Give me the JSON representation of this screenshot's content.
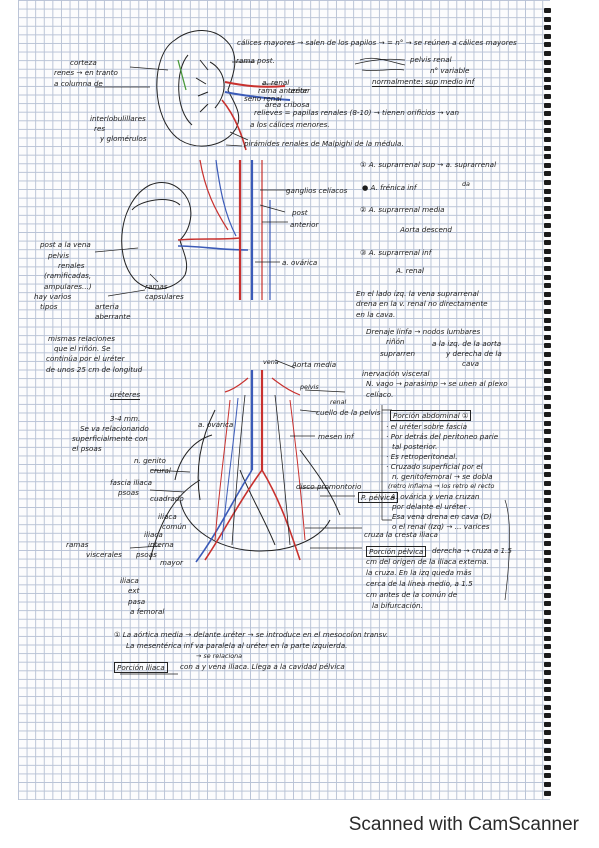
{
  "notes": [
    {
      "id": "caliceal-line",
      "text": "cálices mayores → salen de los papilos → = n° → se reúnen a cálices mayores"
    },
    {
      "id": "pelvis-renal",
      "text": "pelvis renal"
    },
    {
      "id": "n-variable",
      "text": "n° variable"
    },
    {
      "id": "normalmente",
      "text": "normalmente: sup medio inf"
    },
    {
      "id": "corteza",
      "text": "corteza"
    },
    {
      "id": "renes",
      "text": "renes → en tranto"
    },
    {
      "id": "columna",
      "text": "a columna de"
    },
    {
      "id": "rama-post",
      "text": "rama post."
    },
    {
      "id": "a-renal",
      "text": "a. renal"
    },
    {
      "id": "rama-anterior",
      "text": "rama anterior"
    },
    {
      "id": "seno-renal",
      "text": "seno renal"
    },
    {
      "id": "ureter-label",
      "text": "uréter"
    },
    {
      "id": "tubos-cribosa",
      "text": "área cribosa"
    },
    {
      "id": "papilas",
      "text": "relieves = papilas renales (8-10) → tienen orificios → van"
    },
    {
      "id": "calices-menores",
      "text": "a los cálices menores."
    },
    {
      "id": "interlobulillares",
      "text": "interlobulillares"
    },
    {
      "id": "res",
      "text": "res"
    },
    {
      "id": "glomerulos",
      "text": "y glomérulos"
    },
    {
      "id": "piramides",
      "text": "pirámides renales de Malpighi de la médula."
    },
    {
      "id": "a-suprarrenal-sup",
      "text": "① A. suprarrenal sup → a. suprarrenal"
    },
    {
      "id": "a-frenica",
      "text": "● A. frénica inf"
    },
    {
      "id": "da",
      "text": "da"
    },
    {
      "id": "a-supra-media",
      "text": "② A. suprarrenal media"
    },
    {
      "id": "aorta-descend",
      "text": "Aorta descend"
    },
    {
      "id": "a-supra-inf",
      "text": "③ A. suprarrenal inf"
    },
    {
      "id": "a-renal-2",
      "text": "A. renal"
    },
    {
      "id": "ganglios",
      "text": "ganglios celíacos"
    },
    {
      "id": "post",
      "text": "post"
    },
    {
      "id": "anterior",
      "text": "anterior"
    },
    {
      "id": "a-ovarica",
      "text": "a. ovárica"
    },
    {
      "id": "post-vena",
      "text": "post a la vena"
    },
    {
      "id": "pelvis",
      "text": "pelvis"
    },
    {
      "id": "renales",
      "text": "renales"
    },
    {
      "id": "ramificadas",
      "text": "(ramificadas,"
    },
    {
      "id": "ampulares",
      "text": "ampulares...)"
    },
    {
      "id": "ramas",
      "text": "ramas"
    },
    {
      "id": "hay-varios",
      "text": "hay varios"
    },
    {
      "id": "capsulares",
      "text": "capsulares"
    },
    {
      "id": "tipos",
      "text": "tipos"
    },
    {
      "id": "arteria-aberrante",
      "text": "arteria"
    },
    {
      "id": "aberrante",
      "text": "aberrante"
    },
    {
      "id": "izq-line1",
      "text": "En el lado izq. la vena suprarrenal"
    },
    {
      "id": "izq-line2",
      "text": "drena en la v. renal no directamente"
    },
    {
      "id": "izq-line3",
      "text": "en la cava."
    },
    {
      "id": "mismas",
      "text": "mismas relaciones"
    },
    {
      "id": "que-rinon",
      "text": "que el riñón. Se"
    },
    {
      "id": "continua",
      "text": "continúa por el uréter"
    },
    {
      "id": "unos-25",
      "text": "de unos 25 cm de longitud"
    },
    {
      "id": "drenaje",
      "text": "Drenaje linfa → nodos lumbares"
    },
    {
      "id": "rinon",
      "text": "riñón"
    },
    {
      "id": "a-la-izq",
      "text": "a la izq. de la aorta"
    },
    {
      "id": "suprarren",
      "text": "suprarren"
    },
    {
      "id": "y-derecha",
      "text": "y derecha de la"
    },
    {
      "id": "cava",
      "text": "cava"
    },
    {
      "id": "inervacion",
      "text": "inervación visceral"
    },
    {
      "id": "n-vago",
      "text": "N. vago → parasimp → se unen al plexo"
    },
    {
      "id": "celiaco",
      "text": "celíaco."
    },
    {
      "id": "cava-label",
      "text": "vena"
    },
    {
      "id": "aorta-label",
      "text": "Aorta media"
    },
    {
      "id": "uretres",
      "text": "uréteres"
    },
    {
      "id": "pelvis-renal-2",
      "text": "pelvis"
    },
    {
      "id": "cuello-pelvis",
      "text": "cuello de la pelvis"
    },
    {
      "id": "renal-2",
      "text": "renal"
    },
    {
      "id": "mesen-inf",
      "text": "mesen inf"
    },
    {
      "id": "mm",
      "text": "3-4 mm."
    },
    {
      "id": "relaciona1",
      "text": "Se va relacionando"
    },
    {
      "id": "relaciona2",
      "text": "superficialmente con"
    },
    {
      "id": "relaciona3",
      "text": "el psoas"
    },
    {
      "id": "genito",
      "text": "n. genito"
    },
    {
      "id": "crural",
      "text": "crural"
    },
    {
      "id": "fascia",
      "text": "fascia iliaca"
    },
    {
      "id": "psoas",
      "text": "psoas"
    },
    {
      "id": "cuadrado",
      "text": "cuadrado"
    },
    {
      "id": "iliaca",
      "text": "iliaca"
    },
    {
      "id": "comun",
      "text": "común"
    },
    {
      "id": "iliaca-int",
      "text": "iliaca"
    },
    {
      "id": "interna",
      "text": "interna"
    },
    {
      "id": "ramas-visc",
      "text": "ramas"
    },
    {
      "id": "viscerales",
      "text": "viscerales"
    },
    {
      "id": "psoas-mayor",
      "text": "psoas"
    },
    {
      "id": "mayor",
      "text": "mayor"
    },
    {
      "id": "iliaca-ext",
      "text": "iliaca"
    },
    {
      "id": "ext",
      "text": "ext"
    },
    {
      "id": "pasa",
      "text": "pasa"
    },
    {
      "id": "a-femoral",
      "text": "a femoral"
    },
    {
      "id": "disco",
      "text": "disco promontorio"
    },
    {
      "id": "a-ovarica-2",
      "text": "a. ovárica"
    },
    {
      "id": "pelvica",
      "text": "P. pélvica"
    },
    {
      "id": "porcion-abdominal",
      "text": "Porción abdominal ①"
    },
    {
      "id": "abd1",
      "text": "· el uréter sobre fascia"
    },
    {
      "id": "abd2",
      "text": "· Por detrás del peritoneo parie"
    },
    {
      "id": "abd3",
      "text": "tal posterior."
    },
    {
      "id": "abd4",
      "text": "· Es retroperitoneal."
    },
    {
      "id": "abd5",
      "text": "· Cruzado superficial por el"
    },
    {
      "id": "abd6",
      "text": "n. genitofemoral → se dobla"
    },
    {
      "id": "abd7",
      "text": "(retro inflama → los retro el recto"
    },
    {
      "id": "abd8",
      "text": "· A. ovárica y vena cruzan"
    },
    {
      "id": "abd9",
      "text": "por delante el uréter ."
    },
    {
      "id": "abd10",
      "text": "Esa vena drena en cava (D)"
    },
    {
      "id": "abd11",
      "text": "o el renal (Izq) → ... varices"
    },
    {
      "id": "cresta",
      "text": "cruza la cresta iliaca"
    },
    {
      "id": "porcion-pelvica",
      "text": "Porción pélvica"
    },
    {
      "id": "pel1",
      "text": "derecha → cruza a 1.5"
    },
    {
      "id": "pel2",
      "text": "cm del origen de la iliaca externa."
    },
    {
      "id": "pel3",
      "text": "la cruza. En la izq queda más"
    },
    {
      "id": "pel4",
      "text": "cerca de la línea medio, a 1.5"
    },
    {
      "id": "pel5",
      "text": "cm antes de la común de"
    },
    {
      "id": "pel6",
      "text": "la bifurcación."
    },
    {
      "id": "bottom1",
      "text": "① La aórtica media → delante uréter → se introduce en el mesocolon transv."
    },
    {
      "id": "bottom2",
      "text": "La mesentérica inf va paralela al uréter en la parte izquierda."
    },
    {
      "id": "bottom3",
      "text": "→ se relaciona"
    },
    {
      "id": "porcion-iliaca",
      "text": "Porción iliaca"
    },
    {
      "id": "bottom4",
      "text": "con a y vena iliaca. Llega a la cavidad pélvica"
    }
  ],
  "footer": {
    "scanner_label": "Scanned with CamScanner"
  },
  "colors": {
    "ink": "#1c1c1c",
    "artery_red": "#c8312e",
    "vein_blue": "#3b5bb8",
    "nerve_green": "#4a9a3a",
    "grid": "#b9c3d6"
  }
}
